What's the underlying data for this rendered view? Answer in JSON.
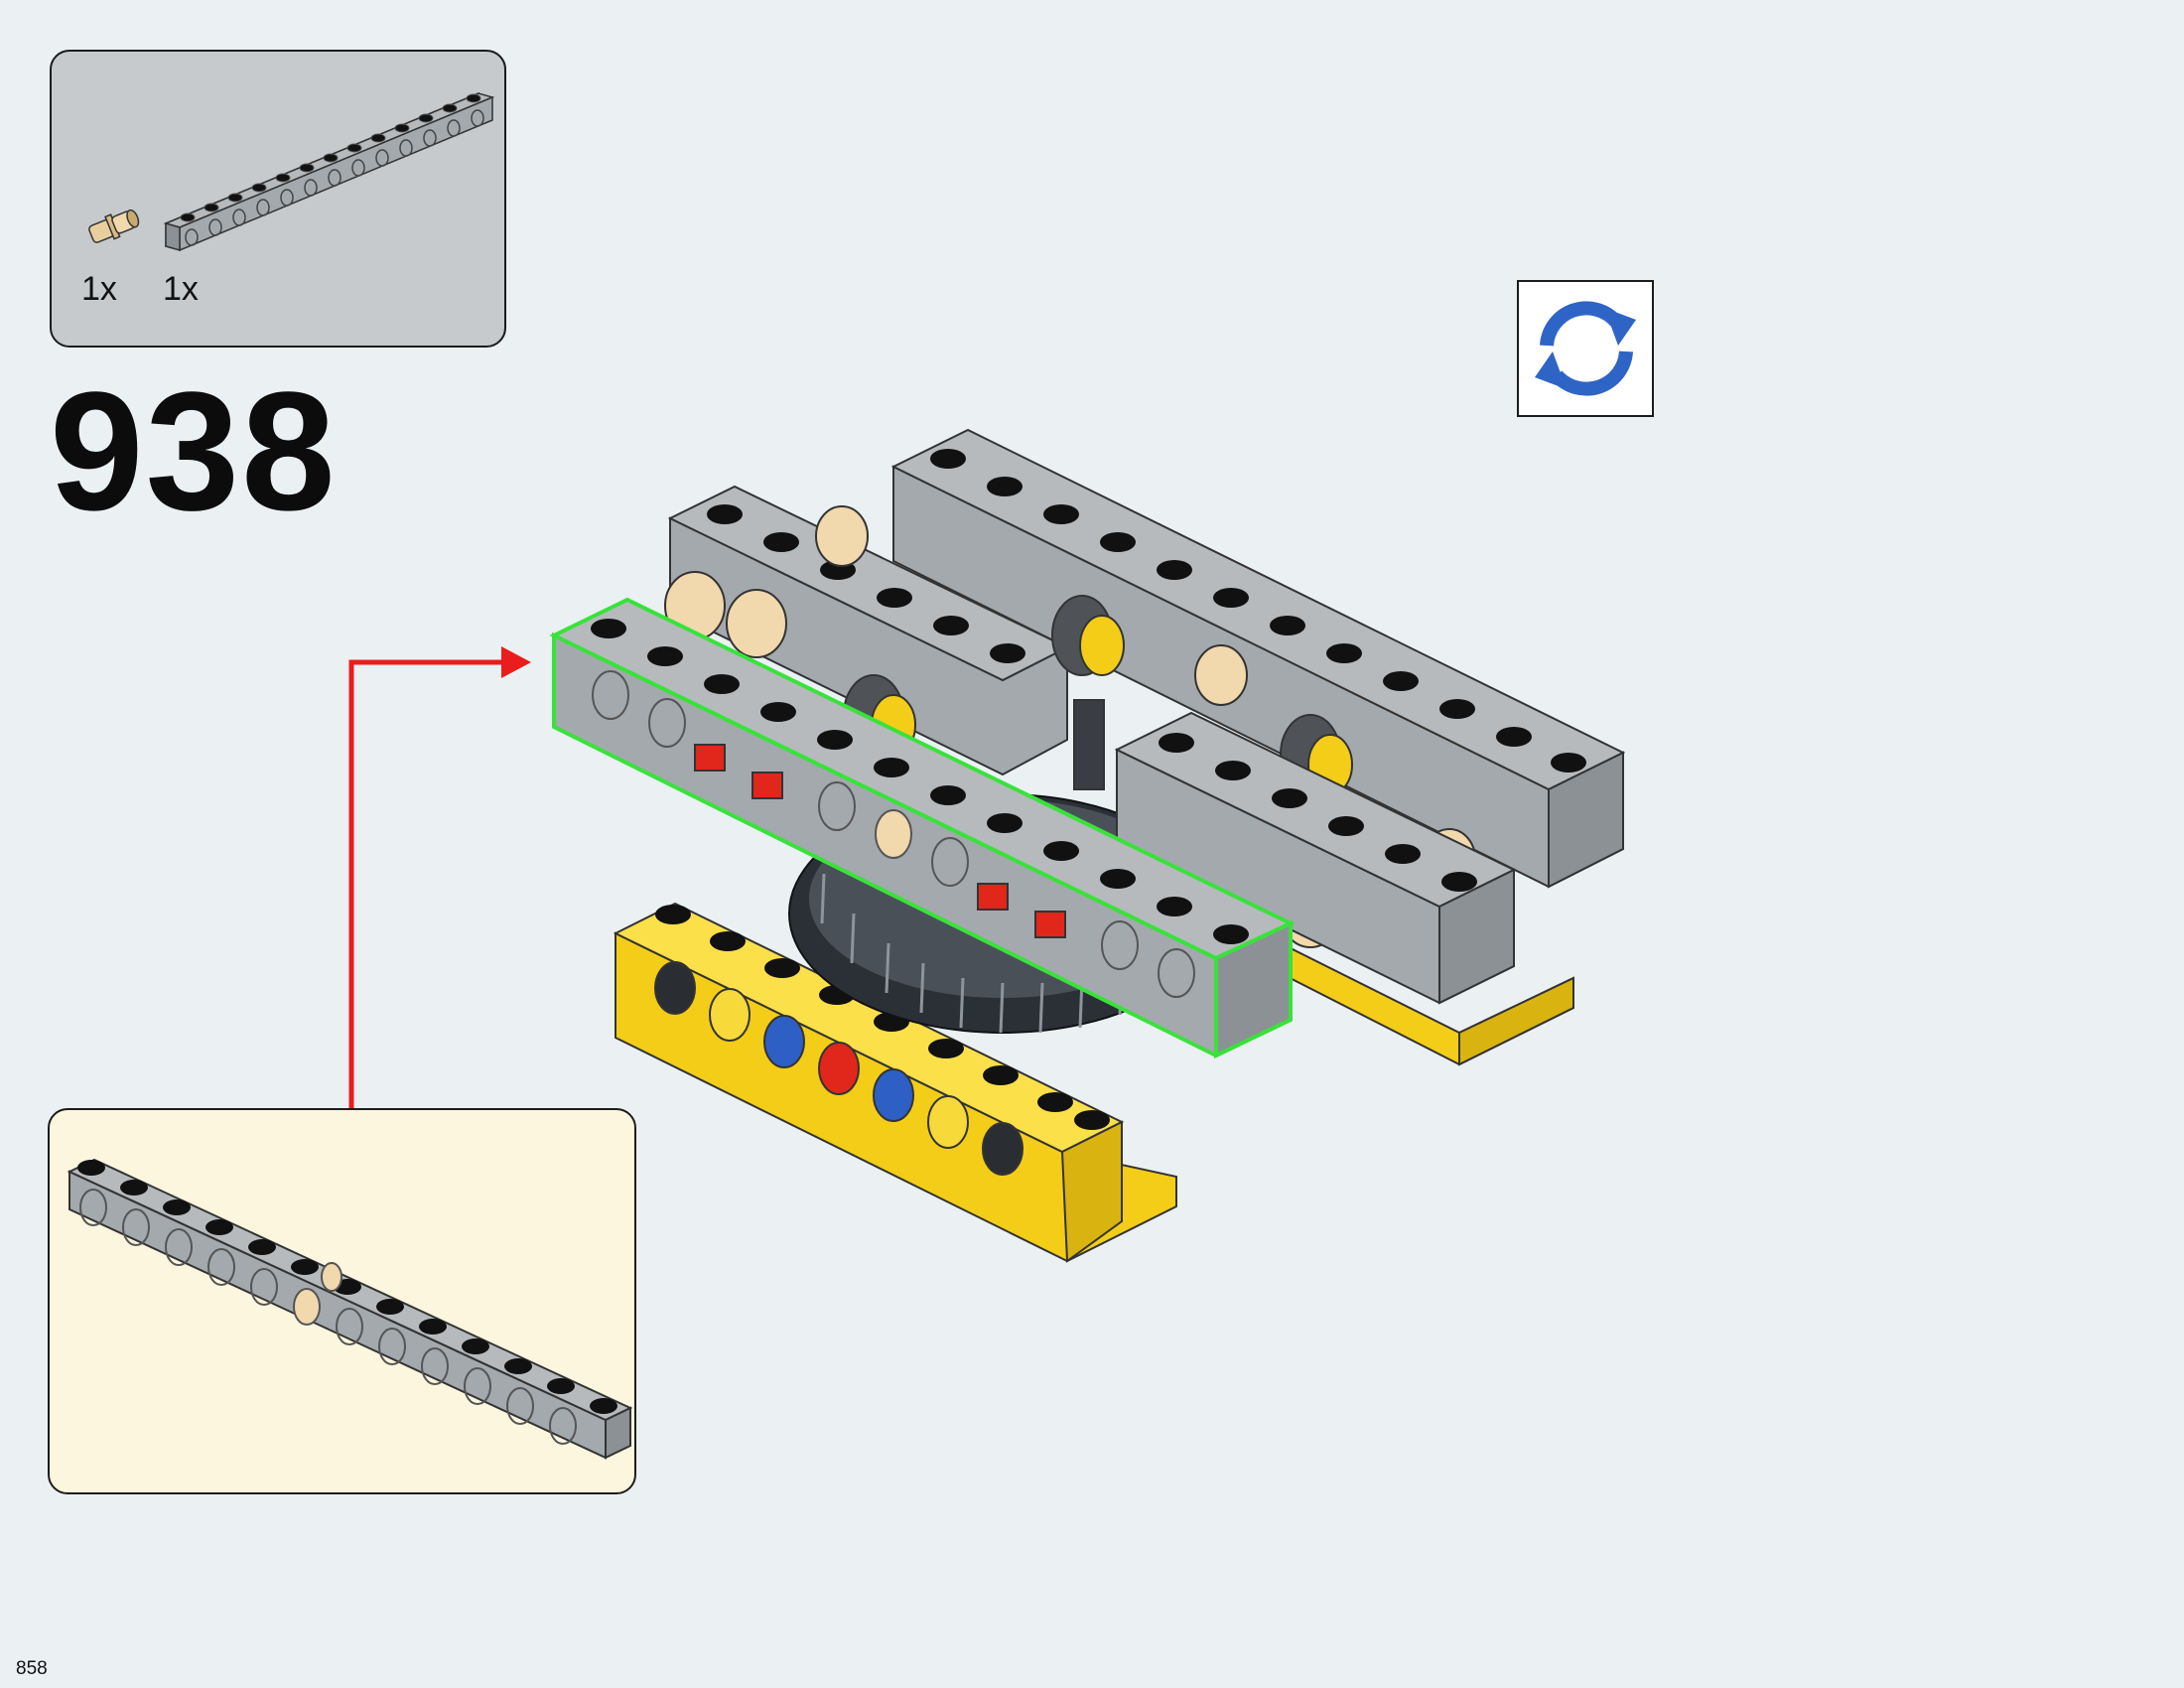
{
  "step": {
    "number": "938"
  },
  "parts_list": [
    {
      "name": "tan-friction-pin",
      "quantity": "1x"
    },
    {
      "name": "gray-technic-beam-13",
      "quantity": "1x"
    }
  ],
  "rotate_icon": "rotate-icon",
  "colors": {
    "page_background": "#ebf0f3",
    "parts_box": "#c6cacd",
    "callout_box": "#fdf6df",
    "beam_gray": "#a4a9ad",
    "beam_yellow": "#f8d41e",
    "pin_tan": "#f1d8ad",
    "highlight_green": "#39e23b",
    "arrow_red": "#ea1c1c",
    "rotate_blue": "#2f64c7"
  },
  "page": {
    "number": "858"
  }
}
